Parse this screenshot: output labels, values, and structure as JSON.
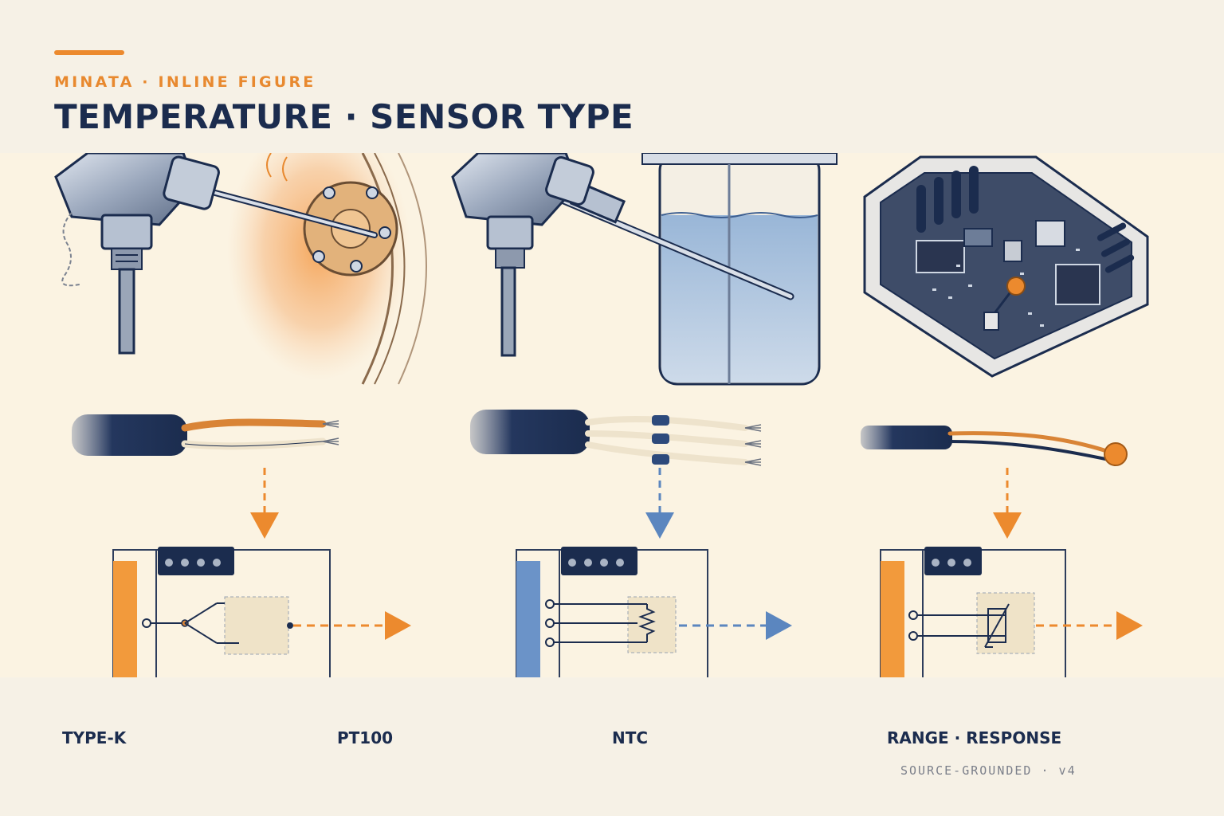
{
  "header": {
    "kicker": "MINATA · INLINE FIGURE",
    "title": "TEMPERATURE · SENSOR TYPE"
  },
  "labels": {
    "type_k": "TYPE-K",
    "pt100": "PT100",
    "ntc": "NTC",
    "range_response": "RANGE · RESPONSE"
  },
  "footer": {
    "source": "SOURCE-GROUNDED · v4"
  },
  "colors": {
    "navy": "#1b2c4e",
    "orange": "#ec8a2e",
    "blue": "#5b86bf",
    "paper": "#fbf3e2"
  },
  "icons": [
    "thermocouple-probe-icon",
    "rtd-probe-icon",
    "ntc-enclosure-icon",
    "cable-icon",
    "terminal-block-icon",
    "resistor-icon",
    "thermistor-icon"
  ]
}
